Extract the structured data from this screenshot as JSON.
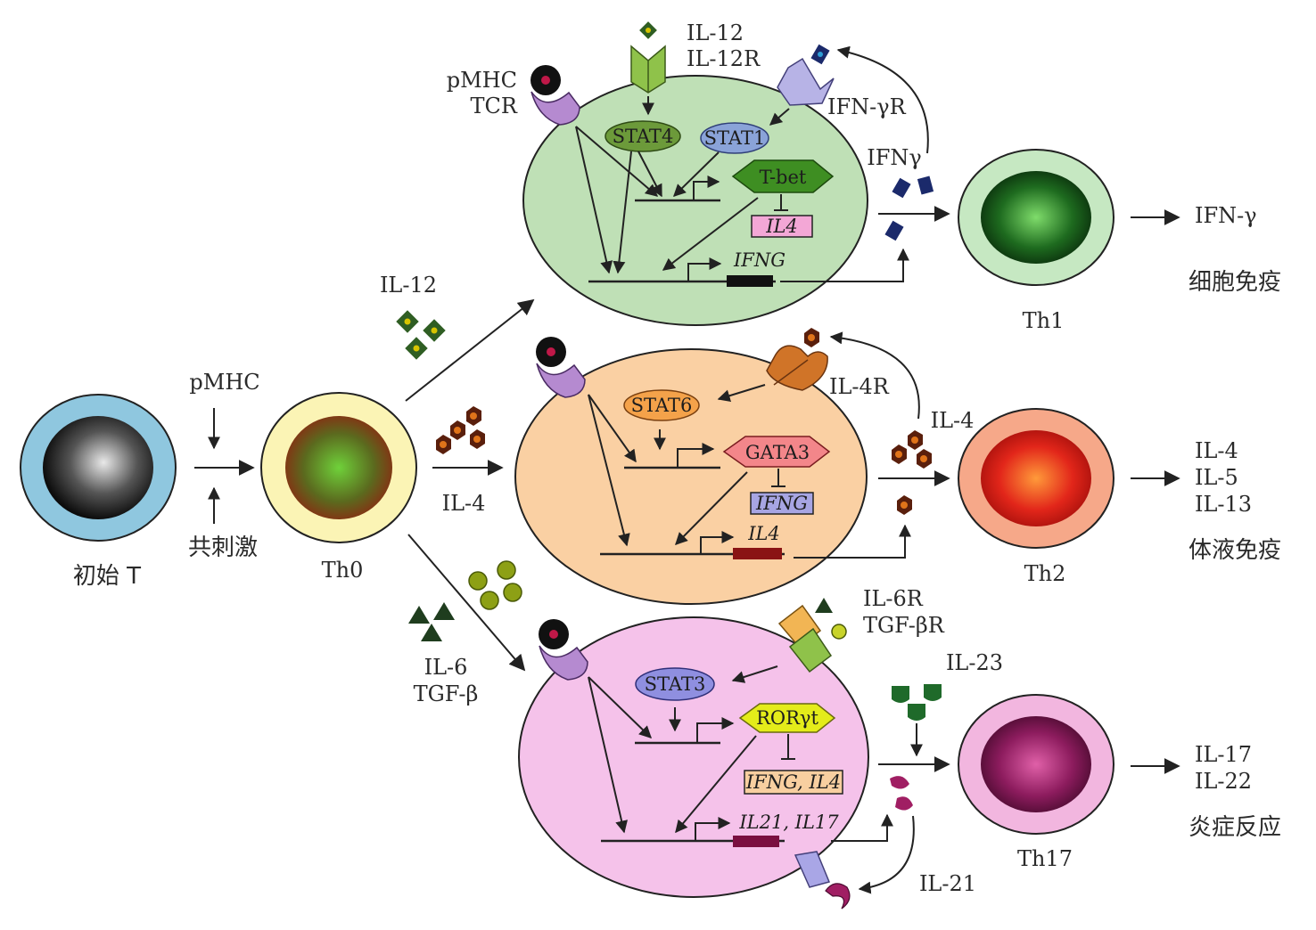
{
  "naive_cell": {
    "label": "初始 T",
    "color": "#8fc7df"
  },
  "activation": {
    "pmhc": "pMHC",
    "costim": "共刺激"
  },
  "th0": {
    "label": "Th0",
    "color": "#fbf4b5"
  },
  "th1_branch": {
    "input_cytokine": "IL-12",
    "pmhc_tcr": [
      "pMHC",
      "TCR"
    ],
    "receptor_label": [
      "IL-12",
      "IL-12R"
    ],
    "ifn_receptor": "IFN-γR",
    "stat_a": "STAT4",
    "stat_b": "STAT1",
    "tf": "T-bet",
    "repressed_gene": "IL4",
    "gene": "IFNG",
    "secreted": "IFNγ",
    "cell_color": "#bfe0b6"
  },
  "th2_branch": {
    "input_cytokine": "IL-4",
    "receptor_label": "IL-4R",
    "stat": "STAT6",
    "tf": "GATA3",
    "repressed_gene": "IFNG",
    "gene": "IL4",
    "secreted": "IL-4",
    "cell_color": "#fad0a3"
  },
  "th17_branch": {
    "input_cytokines": [
      "IL-6",
      "TGF-β"
    ],
    "receptor_label": [
      "IL-6R",
      "TGF-βR"
    ],
    "stat": "STAT3",
    "tf": "RORγt",
    "repressed_gene": "IFNG, IL4",
    "gene": "IL21, IL17",
    "il23": "IL-23",
    "il21": "IL-21",
    "cell_color": "#f5c2ea"
  },
  "outputs": [
    {
      "cell": "Th1",
      "products": [
        "IFN-γ"
      ],
      "function": "细胞免疫",
      "ring": "#c6e8c2",
      "core": "#1f6a22"
    },
    {
      "cell": "Th2",
      "products": [
        "IL-4",
        "IL-5",
        "IL-13"
      ],
      "function": "体液免疫",
      "ring": "#f6a889",
      "core": "#e0281a"
    },
    {
      "cell": "Th17",
      "products": [
        "IL-17",
        "IL-22"
      ],
      "function": "炎症反应",
      "ring": "#f2b6df",
      "core": "#8a1d5c"
    }
  ]
}
